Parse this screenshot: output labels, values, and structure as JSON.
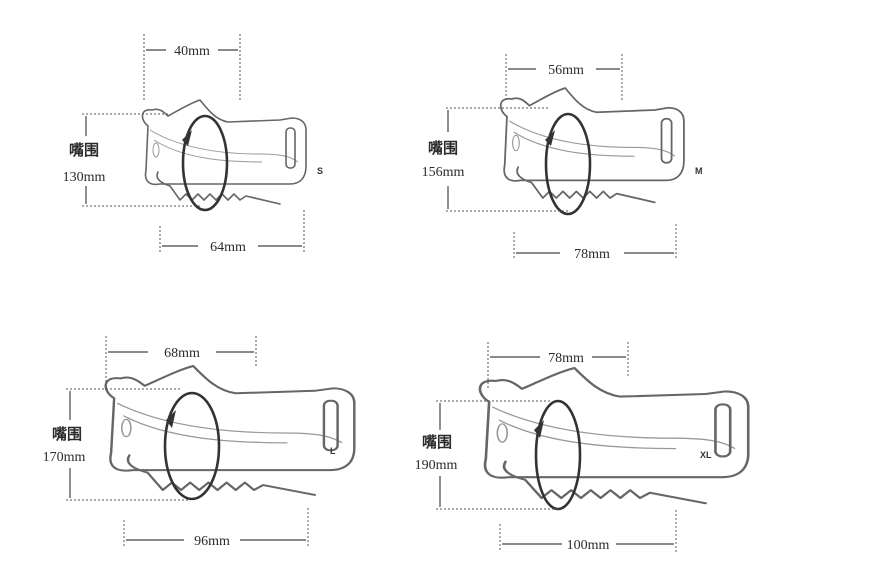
{
  "muzzles": [
    {
      "size": "S",
      "top": "40mm",
      "circ_label": "嘴围",
      "circ": "130mm",
      "bottom": "64mm"
    },
    {
      "size": "M",
      "top": "56mm",
      "circ_label": "嘴围",
      "circ": "156mm",
      "bottom": "78mm"
    },
    {
      "size": "L",
      "top": "68mm",
      "circ_label": "嘴围",
      "circ": "170mm",
      "bottom": "96mm"
    },
    {
      "size": "XL",
      "top": "78mm",
      "circ_label": "嘴围",
      "circ": "190mm",
      "bottom": "100mm"
    }
  ]
}
